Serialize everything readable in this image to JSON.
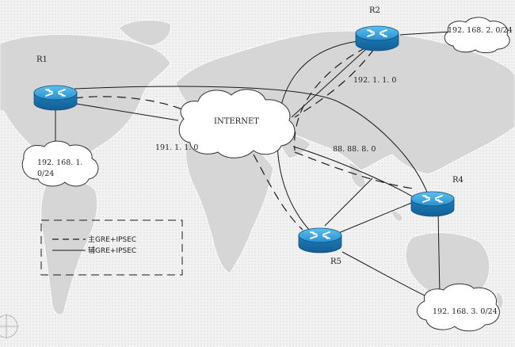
{
  "routers": {
    "r1": {
      "label": "R1"
    },
    "r2": {
      "label": "R2"
    },
    "r4": {
      "label": "R4"
    },
    "r5": {
      "label": "R5"
    }
  },
  "clouds": {
    "internet": {
      "label": "INTERNET"
    },
    "lan_r1": {
      "label_line1": "192. 168. 1.",
      "label_line2": "0/24"
    },
    "lan_r2": {
      "label": "192. 168. 2. 0/24"
    },
    "lan_r3": {
      "label": "192. 168. 3. 0/24"
    }
  },
  "links": {
    "r1_net": "191. 1. 1. 0",
    "r2_net": "192. 1. 1. 0",
    "r4_net": "88. 88. 8. 0"
  },
  "legend": {
    "primary": "主GRE+IPSEC",
    "backup": "辅GRE+IPSEC"
  },
  "colors": {
    "router_body": "#1e84c4",
    "router_top": "#3aa6e0",
    "line": "#1a1a1a",
    "cloud_fill": "#ffffff",
    "land": "#d6d6d6"
  }
}
